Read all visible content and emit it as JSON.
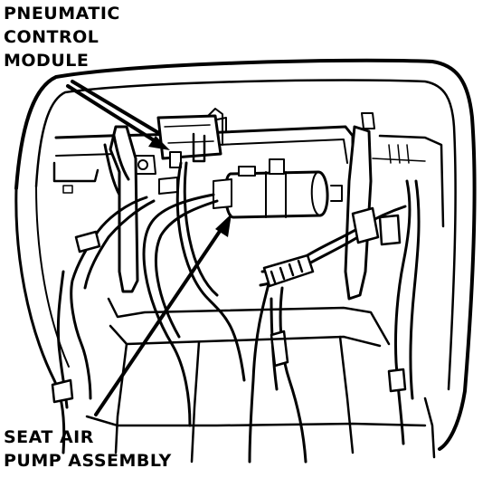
{
  "labels": {
    "pneumatic_control_module": [
      "PNEUMATIC",
      "CONTROL",
      "MODULE"
    ],
    "seat_air_pump_assembly": [
      "SEAT AIR",
      "PUMP ASSEMBLY"
    ]
  },
  "colors": {
    "ink": "#000000",
    "paper": "#ffffff"
  }
}
